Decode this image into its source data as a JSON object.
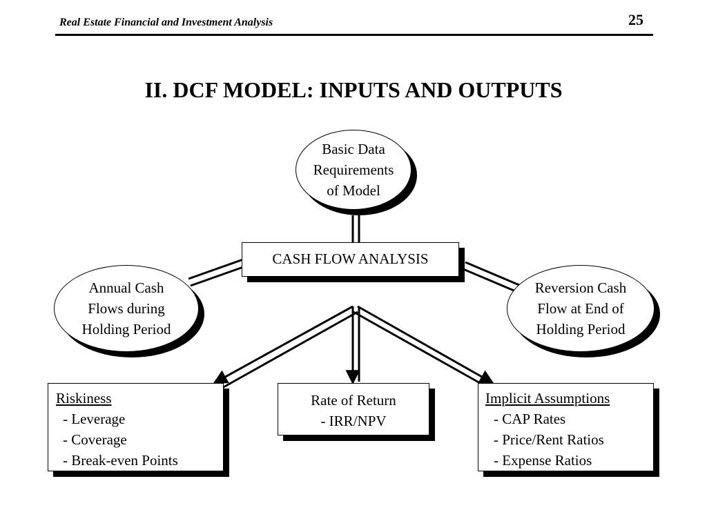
{
  "header": {
    "title": "Real Estate Financial and Investment Analysis",
    "page_number": "25"
  },
  "slide": {
    "title": "II.  DCF MODEL:  INPUTS AND OUTPUTS"
  },
  "nodes": {
    "basic_data": {
      "lines": [
        "Basic Data",
        "Requirements",
        "of Model"
      ]
    },
    "cash_flow_analysis": {
      "label": "CASH FLOW ANALYSIS"
    },
    "annual_cash": {
      "lines": [
        "Annual Cash",
        "Flows during",
        "Holding Period"
      ]
    },
    "reversion_cash": {
      "lines": [
        "Reversion Cash",
        "Flow at End of",
        "Holding Period"
      ]
    },
    "riskiness": {
      "heading": "Riskiness",
      "items": [
        "- Leverage",
        "- Coverage",
        "- Break-even Points"
      ]
    },
    "rate_of_return": {
      "lines": [
        "Rate of Return",
        "- IRR/NPV"
      ]
    },
    "implicit": {
      "heading": "Implicit Assumptions",
      "items": [
        "- CAP Rates",
        "- Price/Rent Ratios",
        "- Expense Ratios"
      ]
    }
  }
}
